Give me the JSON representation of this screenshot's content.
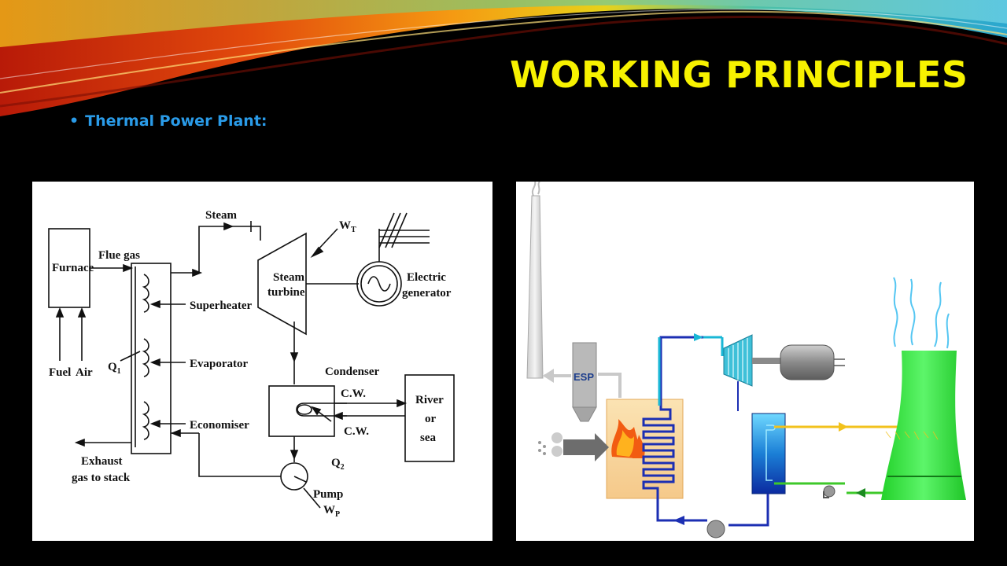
{
  "slide": {
    "title": "WORKING PRINCIPLES",
    "bullet": "Thermal Power Plant:"
  },
  "schematic": {
    "furnace": "Furnace",
    "flue_gas": "Flue gas",
    "steam": "Steam",
    "wt": "W",
    "wt_sub": "T",
    "steam_turbine_line1": "Steam",
    "steam_turbine_line2": "turbine",
    "electric_generator_line1": "Electric",
    "electric_generator_line2": "generator",
    "superheater": "Superheater",
    "evaporator": "Evaporator",
    "economiser": "Economiser",
    "q1": "Q",
    "q1_sub": "1",
    "fuel": "Fuel",
    "air": "Air",
    "condenser": "Condenser",
    "cw_top": "C.W.",
    "cw_bottom": "C.W.",
    "river_line1": "River",
    "river_line2": "or",
    "river_line3": "sea",
    "q2": "Q",
    "q2_sub": "2",
    "exhaust_line1": "Exhaust",
    "exhaust_line2": "gas to stack",
    "pump": "Pump",
    "wp": "W",
    "wp_sub": "P"
  },
  "illustration": {
    "esp": "ESP"
  },
  "colors": {
    "title": "#f7f200",
    "bullet": "#2a9be8",
    "background": "#000000"
  }
}
